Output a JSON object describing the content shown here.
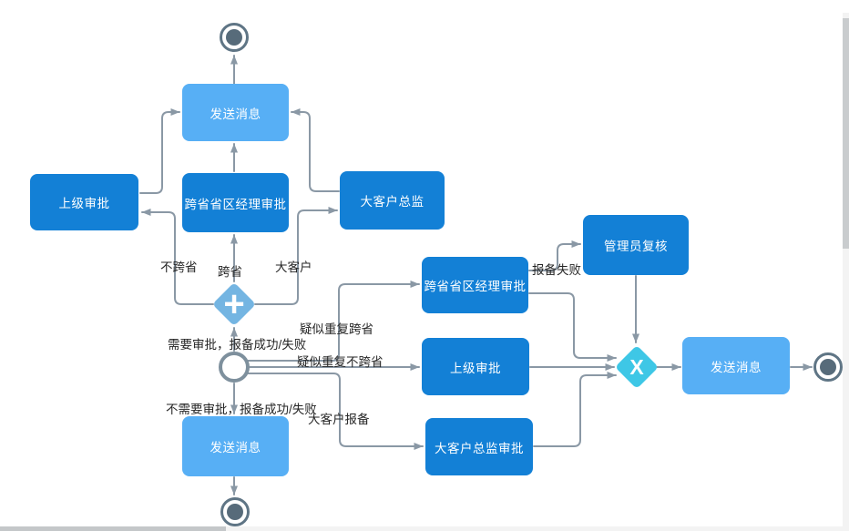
{
  "diagram": {
    "nodes": {
      "send_msg_top": {
        "label": "发送消息"
      },
      "superior_left": {
        "label": "上级审批"
      },
      "cross_mgr_left": {
        "label": "跨省省区经理审批"
      },
      "key_director": {
        "label": "大客户总监"
      },
      "cross_mgr_right": {
        "label": "跨省省区经理审批"
      },
      "superior_right": {
        "label": "上级审批"
      },
      "key_dir_approval": {
        "label": "大客户总监审批"
      },
      "admin_review": {
        "label": "管理员复核"
      },
      "send_msg_right": {
        "label": "发送消息"
      },
      "send_msg_bottom": {
        "label": "发送消息"
      }
    },
    "gateways": {
      "parallel": {
        "symbol": "+"
      },
      "exclusive": {
        "symbol": "X"
      }
    },
    "edge_labels": {
      "not_cross_province": "不跨省",
      "cross_province": "跨省",
      "key_account": "大客户",
      "need_approval": "需要审批，报备成功/失败",
      "suspected_dup_cross": "疑似重复跨省",
      "suspected_dup_not_cross": "疑似重复不跨省",
      "no_need_approval": "不需要审批，报备成功/失败",
      "key_account_report": "大客户报备",
      "report_failed": "报备失败"
    },
    "colors": {
      "dark_node": "#1380D6",
      "light_node": "#57AFF5",
      "parallel_gateway": "#74B5E2",
      "exclusive_gateway": "#3EC7E6",
      "connector": "#8A98A5",
      "event_stroke": "#5F7585",
      "event_fill": "#576B7A"
    }
  }
}
